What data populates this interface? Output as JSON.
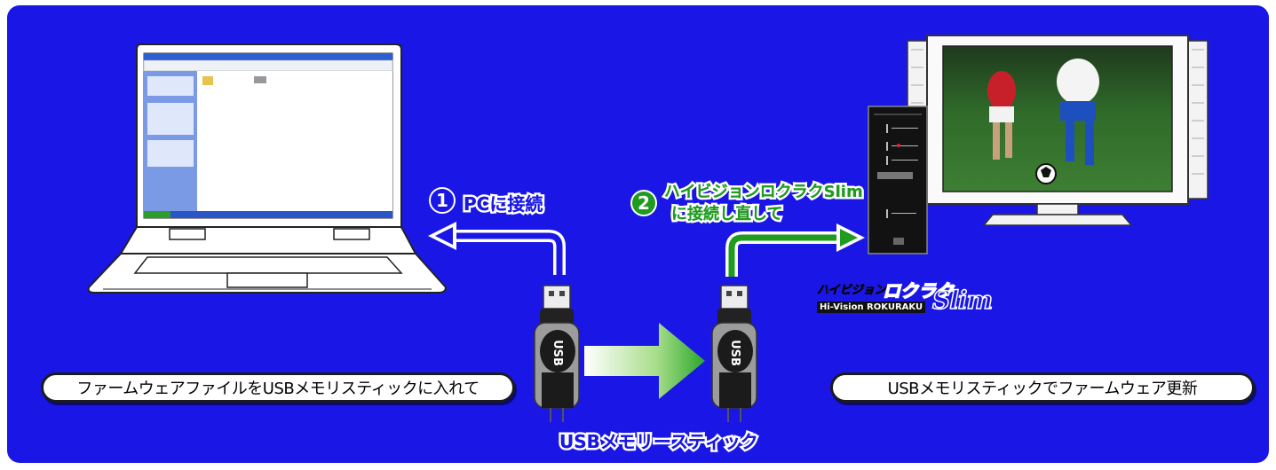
{
  "steps": [
    {
      "number": "1",
      "label": "PCに接続"
    },
    {
      "number": "2",
      "label_line1": "ハイビジョンロクラクSlim",
      "label_line2": "に接続し直して"
    }
  ],
  "pill_left": "ファームウェアファイルをUSBメモリスティックに入れて",
  "pill_right": "USBメモリスティックでファームウェア更新",
  "usb_caption": "USBメモリースティック",
  "logo": {
    "kana": "ハイビジョン",
    "katakana_big": "ロクラク",
    "romaji": "Hi-Vision ROKURAKU",
    "slim": "Slim"
  },
  "usb_label": "USB",
  "colors": {
    "background": "#1a17e6",
    "step1": "#1a17e6",
    "step2": "#1f9b1f",
    "arrow_green": "#2aa82a"
  }
}
